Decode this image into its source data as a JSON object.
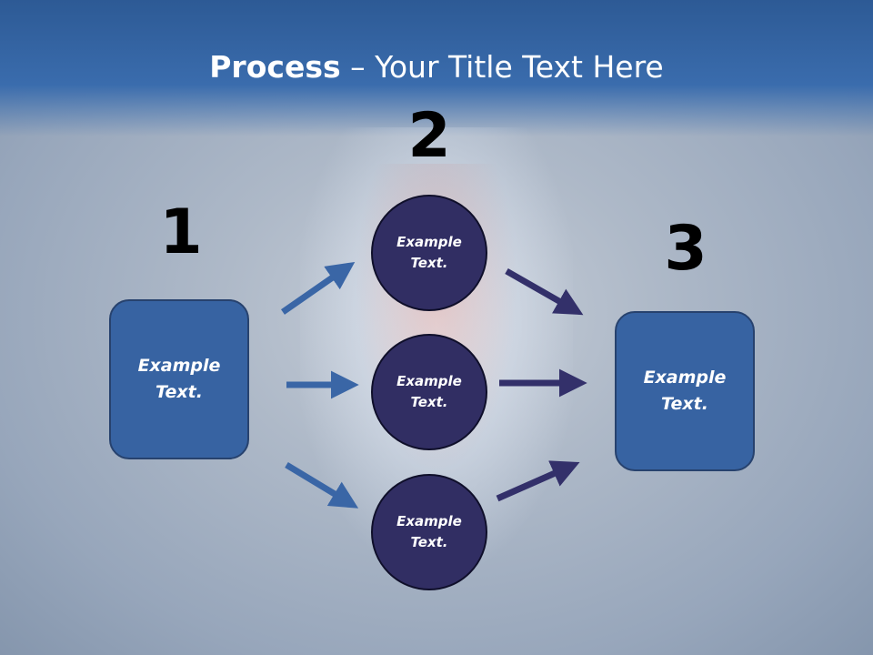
{
  "title": {
    "bold": "Process",
    "rest": " – Your Title Text Here"
  },
  "steps": {
    "one": "1",
    "two": "2",
    "three": "3"
  },
  "nodes": {
    "left": [
      "Example",
      "Text."
    ],
    "right": [
      "Example",
      "Text."
    ],
    "top": [
      "Example",
      "Text."
    ],
    "middle": [
      "Example",
      "Text."
    ],
    "bottom": [
      "Example",
      "Text."
    ]
  },
  "colors": {
    "box_fill": "#3763a2",
    "circle_fill": "#312e63",
    "arrow_left": "#3a66a6",
    "arrow_right": "#33306a"
  }
}
